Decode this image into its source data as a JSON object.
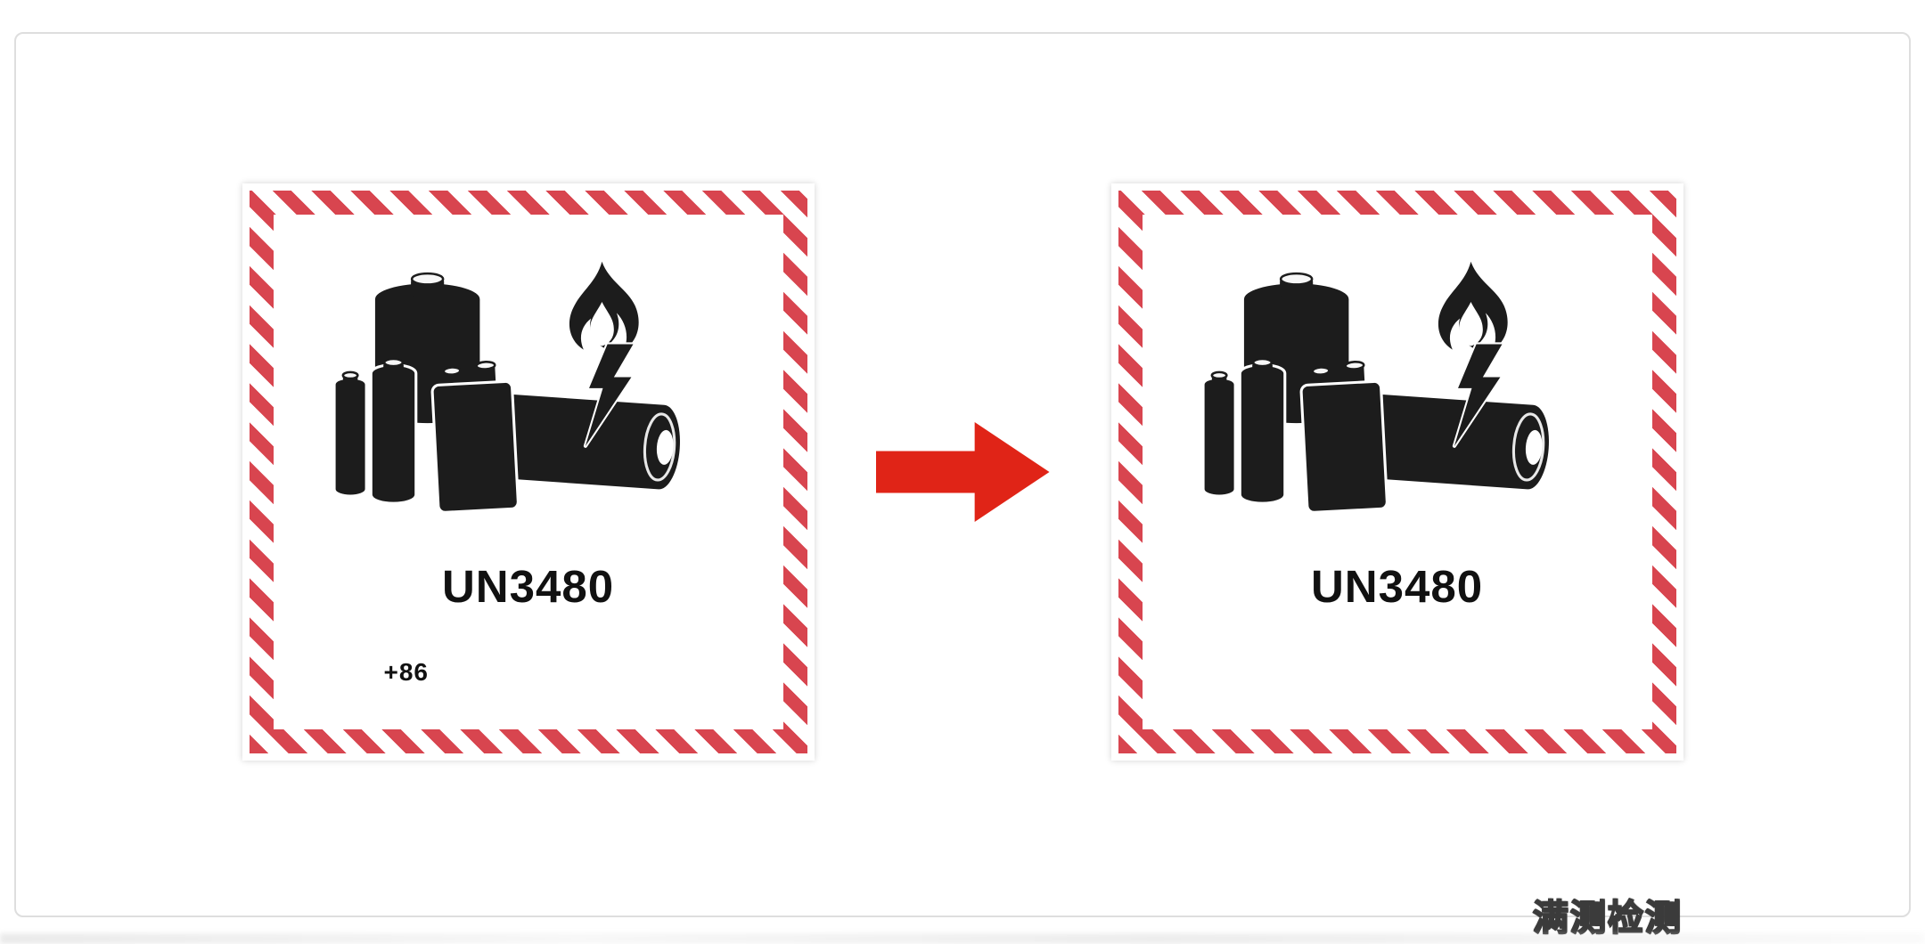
{
  "page": {
    "watermark": "满测检测"
  },
  "comparison": {
    "labels": [
      {
        "name": "label-with-phone",
        "un_code": "UN3480",
        "phone": "+86"
      },
      {
        "name": "label-without-phone",
        "un_code": "UN3480"
      }
    ],
    "arrow": {
      "direction": "right"
    }
  },
  "icons": {
    "battery_cluster": "lithium-battery-group-with-flame-and-spark-icon",
    "arrow": "red-right-arrow-icon"
  },
  "colors": {
    "stripe": "#d8454f",
    "battery": "#1c1c1c",
    "arrow": "#e02417",
    "frame": "#dedede"
  }
}
